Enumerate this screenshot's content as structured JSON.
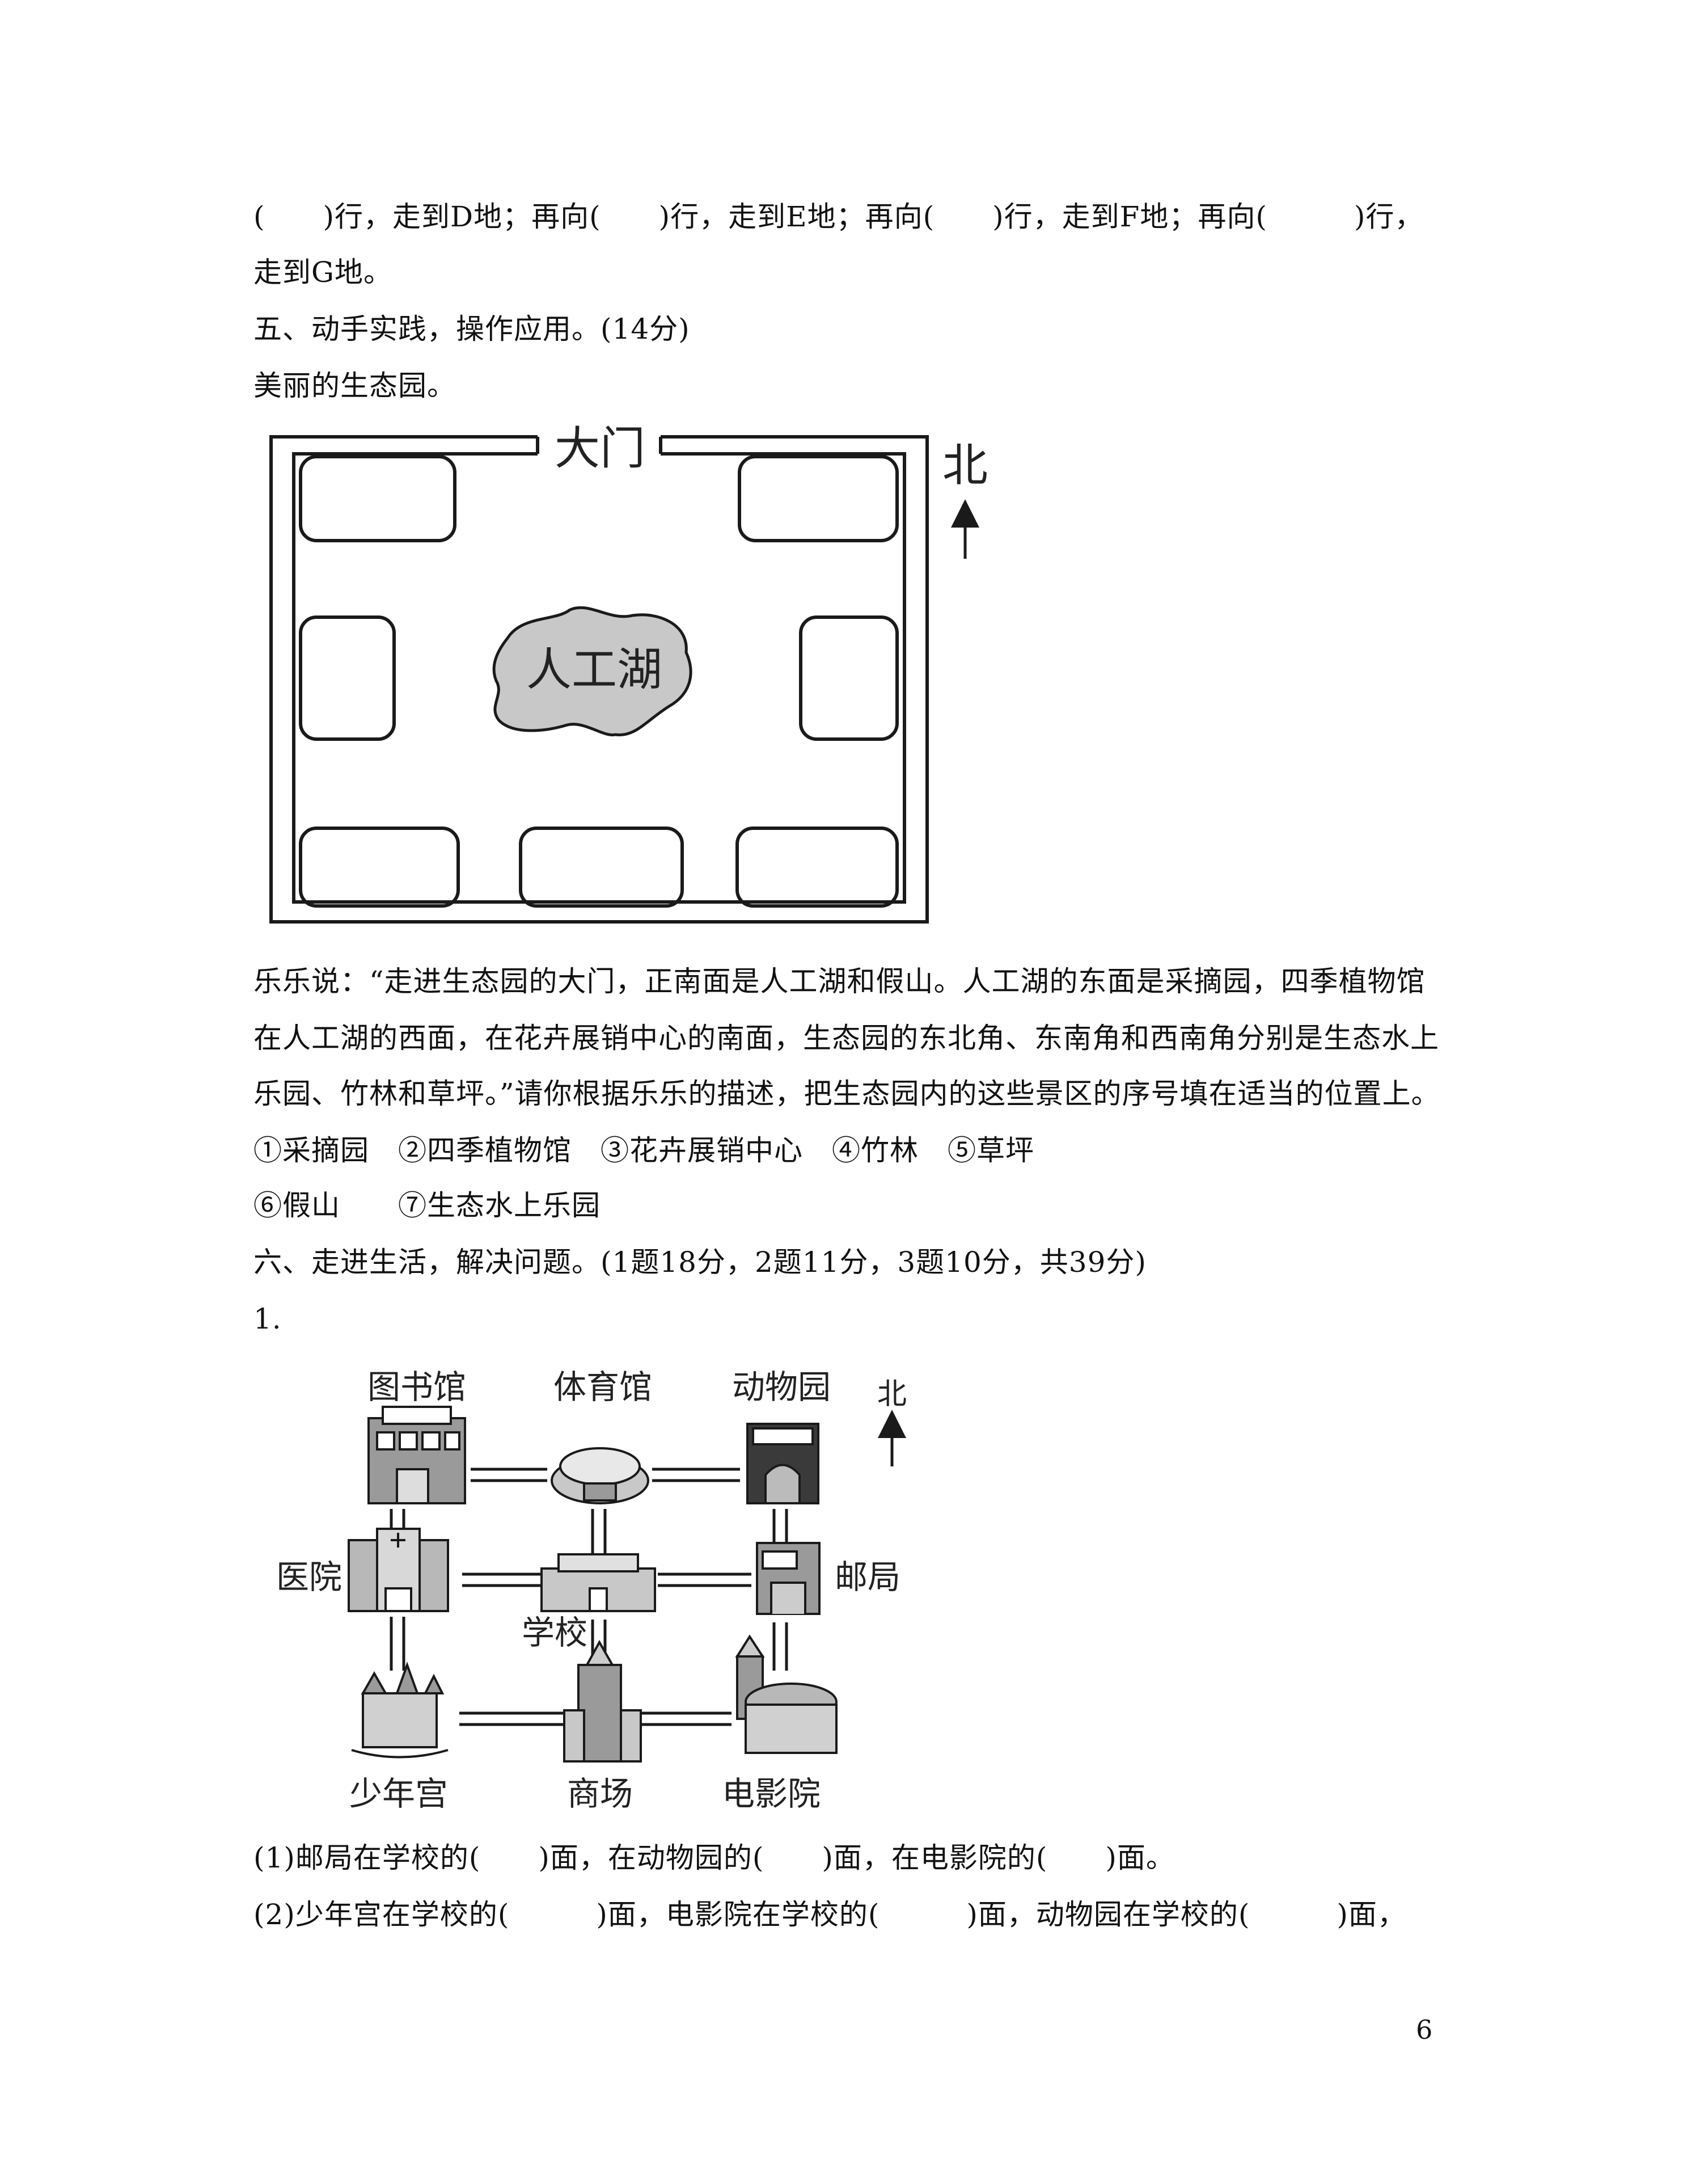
{
  "lines": {
    "l1": "(　　)行，走到D地；再向(　　)行，走到E地；再向(　　)行，走到F地；再向(　　　)行，",
    "l2": "走到G地。",
    "l3": "五、动手实践，操作应用。(14分)",
    "l4": "美丽的生态园。",
    "l5": "乐乐说：“走进生态园的大门，正南面是人工湖和假山。人工湖的东面是采摘园，四季植物馆",
    "l6": "在人工湖的西面，在花卉展销中心的南面，生态园的东北角、东南角和西南角分别是生态水上",
    "l7": "乐园、竹林和草坪。”请你根据乐乐的描述，把生态园内的这些景区的序号填在适当的位置上。",
    "l8": "①采摘园　②四季植物馆　③花卉展销中心　④竹林　⑤草坪",
    "l9": "⑥假山　　⑦生态水上乐园",
    "l10": "六、走进生活，解决问题。(1题18分，2题11分，3题10分，共39分)",
    "l11": "1.",
    "l12": "(1)邮局在学校的(　　)面，在动物园的(　　)面，在电影院的(　　)面。",
    "l13": "(2)少年宫在学校的(　　　)面，电影院在学校的(　　　)面，动物园在学校的(　　　)面，"
  },
  "park_map": {
    "gate": "大门",
    "lake": "人工湖",
    "north": "北",
    "colors": {
      "lake": "#c8c8c8",
      "lines": "#1a1a1a"
    }
  },
  "city_map": {
    "north": "北",
    "library": "图书馆",
    "gym": "体育馆",
    "zoo": "动物园",
    "hospital": "医院",
    "school": "学校",
    "post_office": "邮局",
    "youth_palace": "少年宫",
    "mall": "商场",
    "cinema": "电影院"
  },
  "page_number": "6"
}
